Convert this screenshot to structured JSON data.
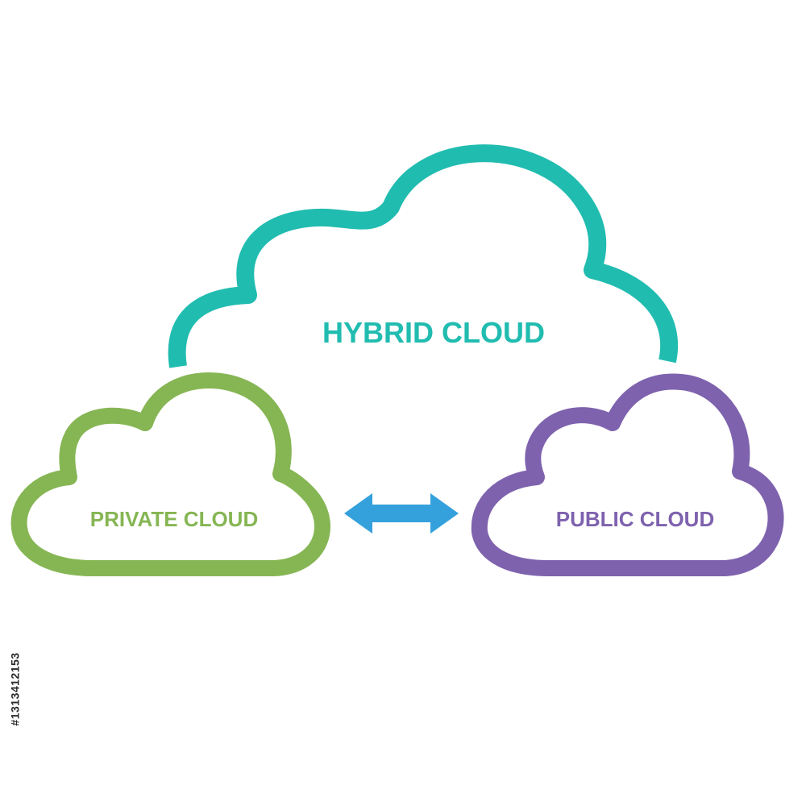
{
  "hybrid_cloud": {
    "label": "HYBRID CLOUD",
    "color": "#21bcb0"
  },
  "private_cloud": {
    "label": "PRIVATE CLOUD",
    "color": "#86b654"
  },
  "public_cloud": {
    "label": "PUBLIC CLOUD",
    "color": "#7e62ae"
  },
  "connector": {
    "icon": "double-arrow-icon",
    "color": "#35a1dc"
  },
  "stock_id": "#1313412153"
}
